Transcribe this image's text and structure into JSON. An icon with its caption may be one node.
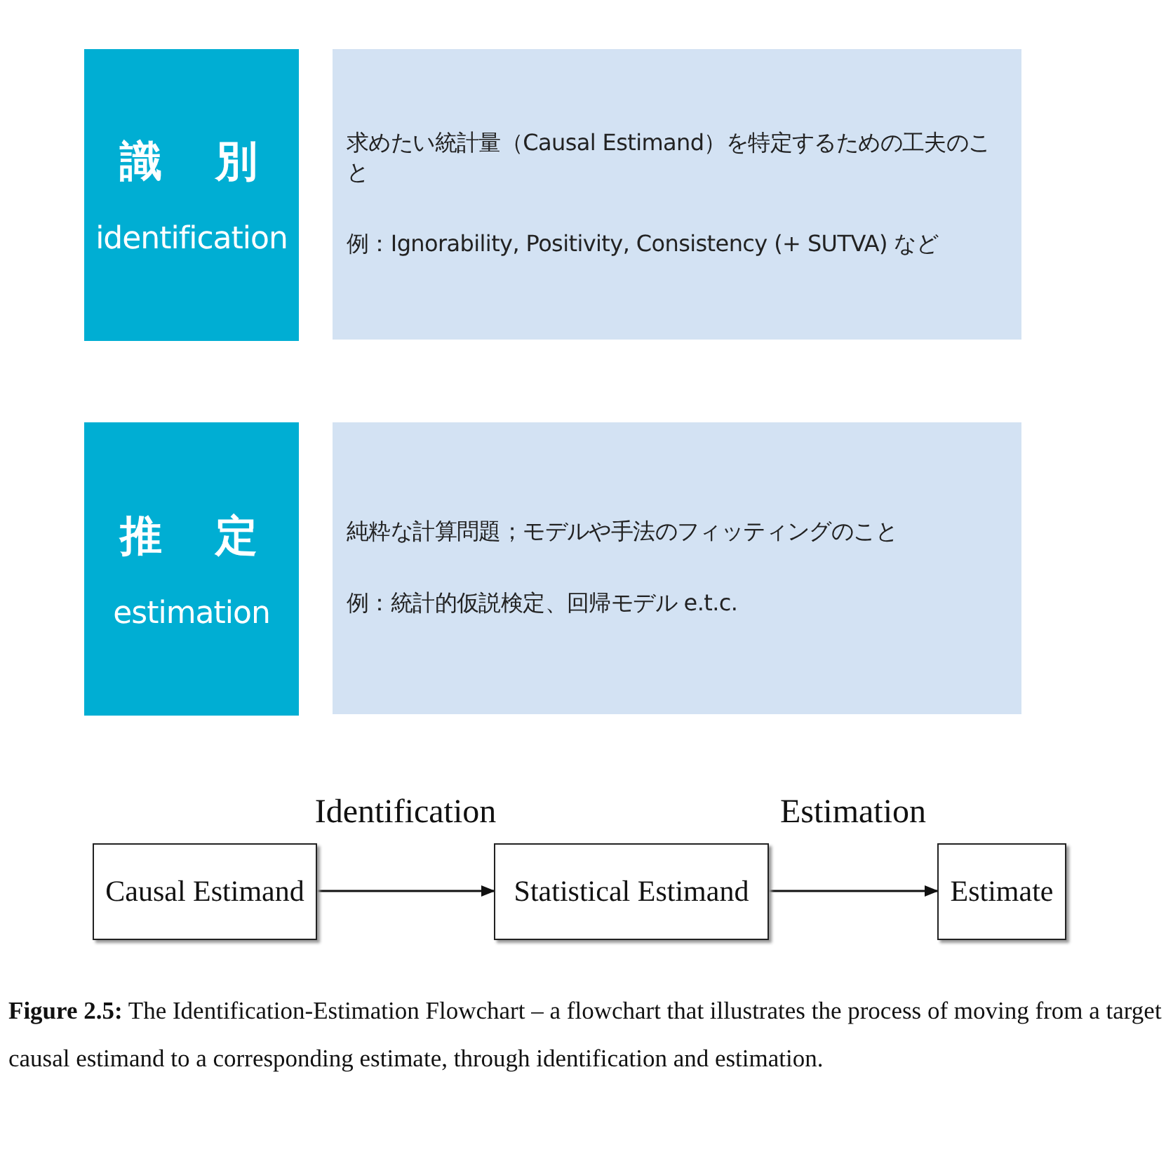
{
  "diagram": {
    "caption": "**Figure 2.5:** The Identification-Estimation Flowchart – a flowchart that illustrates the process of moving from a target causal estimand to a corresponding estimate, through identification and estimation.",
    "nodes": [
      {
        "text": [
          "識　別",
          "identification"
        ]
      },
      {
        "text": [
          "求めたい統計量（Causal Estimand）を特定するための工夫のこと",
          "例：Ignorability, Positivity, Consistency (+ SUTVA) など"
        ]
      },
      {
        "text": [
          "推　定",
          "estimation"
        ]
      },
      {
        "text": [
          "純粋な計算問題；モデルや手法のフィッティングのこと",
          "例：統計的仮説検定、回帰モデル e.t.c."
        ]
      },
      {
        "text": [
          "Causal Estimand"
        ]
      },
      {
        "text": [
          "Statistical Estimand"
        ]
      },
      {
        "text": [
          "Estimate"
        ]
      }
    ],
    "edges": [
      {
        "from": 4,
        "to": 5,
        "arrow": "to",
        "label": "Identification"
      },
      {
        "from": 5,
        "to": 6,
        "arrow": "to",
        "label": "Estimation"
      }
    ]
  }
}
